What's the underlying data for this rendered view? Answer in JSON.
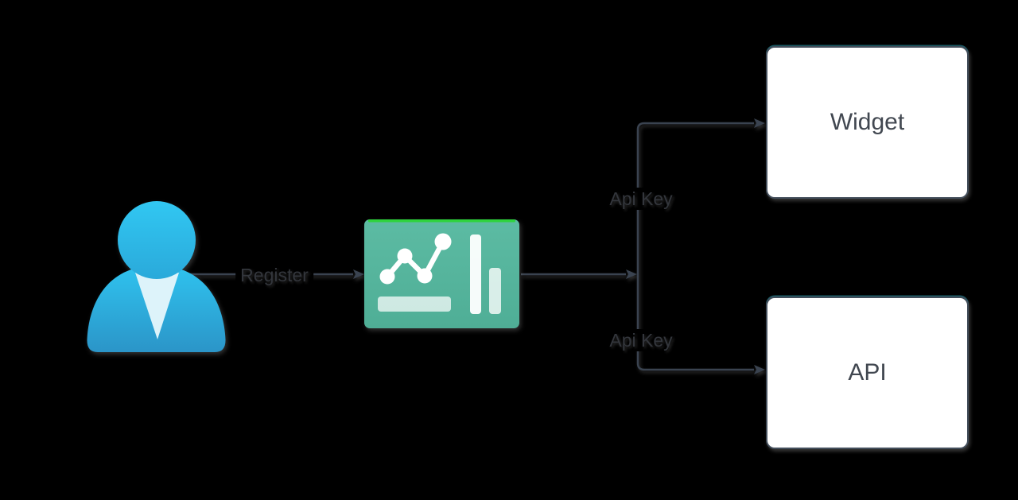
{
  "diagram": {
    "background": "#000000",
    "nodes": {
      "user": {
        "icon": "person-icon"
      },
      "dashboard": {
        "icon": "dashboard-chart-icon"
      },
      "widget": {
        "label": "Widget"
      },
      "api": {
        "label": "API"
      }
    },
    "edges": {
      "register": {
        "label": "Register",
        "from": "user",
        "to": "dashboard"
      },
      "widget_key": {
        "label": "Api Key",
        "from": "dashboard",
        "to": "widget"
      },
      "api_key": {
        "label": "Api Key",
        "from": "dashboard",
        "to": "api"
      }
    },
    "colors": {
      "connector": "#3a4350",
      "box_border": "#434e5b",
      "box_fill": "#ffffff",
      "box_text": "#414750",
      "edge_label_text": "#33363c",
      "person_top": "#2fc3ef",
      "person_bottom": "#2b95c8",
      "dashboard_teal_top": "#5ab89f",
      "dashboard_teal_bottom": "#4fae96",
      "dashboard_green_accent": "#2ed33d"
    }
  }
}
